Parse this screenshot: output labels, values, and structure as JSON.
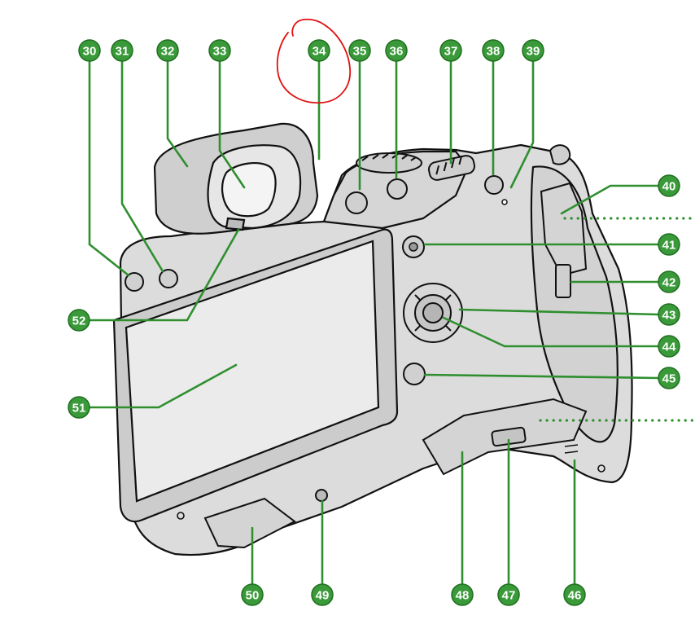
{
  "colors": {
    "callout_fill": "#3a9a3a",
    "callout_text": "#ffffff",
    "leader_line": "#2f8f2f",
    "outline": "#111111",
    "body_fill": "#dcdcdc",
    "screen_fill": "#ebebeb",
    "annotation": "#e01010"
  },
  "callouts": [
    {
      "id": "c30",
      "label": "30"
    },
    {
      "id": "c31",
      "label": "31"
    },
    {
      "id": "c32",
      "label": "32"
    },
    {
      "id": "c33",
      "label": "33"
    },
    {
      "id": "c34",
      "label": "34"
    },
    {
      "id": "c35",
      "label": "35"
    },
    {
      "id": "c36",
      "label": "36"
    },
    {
      "id": "c37",
      "label": "37"
    },
    {
      "id": "c38",
      "label": "38"
    },
    {
      "id": "c39",
      "label": "39"
    },
    {
      "id": "c40",
      "label": "40"
    },
    {
      "id": "c41",
      "label": "41"
    },
    {
      "id": "c42",
      "label": "42"
    },
    {
      "id": "c43",
      "label": "43"
    },
    {
      "id": "c44",
      "label": "44"
    },
    {
      "id": "c45",
      "label": "45"
    },
    {
      "id": "c46",
      "label": "46"
    },
    {
      "id": "c47",
      "label": "47"
    },
    {
      "id": "c48",
      "label": "48"
    },
    {
      "id": "c49",
      "label": "49"
    },
    {
      "id": "c50",
      "label": "50"
    },
    {
      "id": "c51",
      "label": "51"
    },
    {
      "id": "c52",
      "label": "52"
    }
  ]
}
